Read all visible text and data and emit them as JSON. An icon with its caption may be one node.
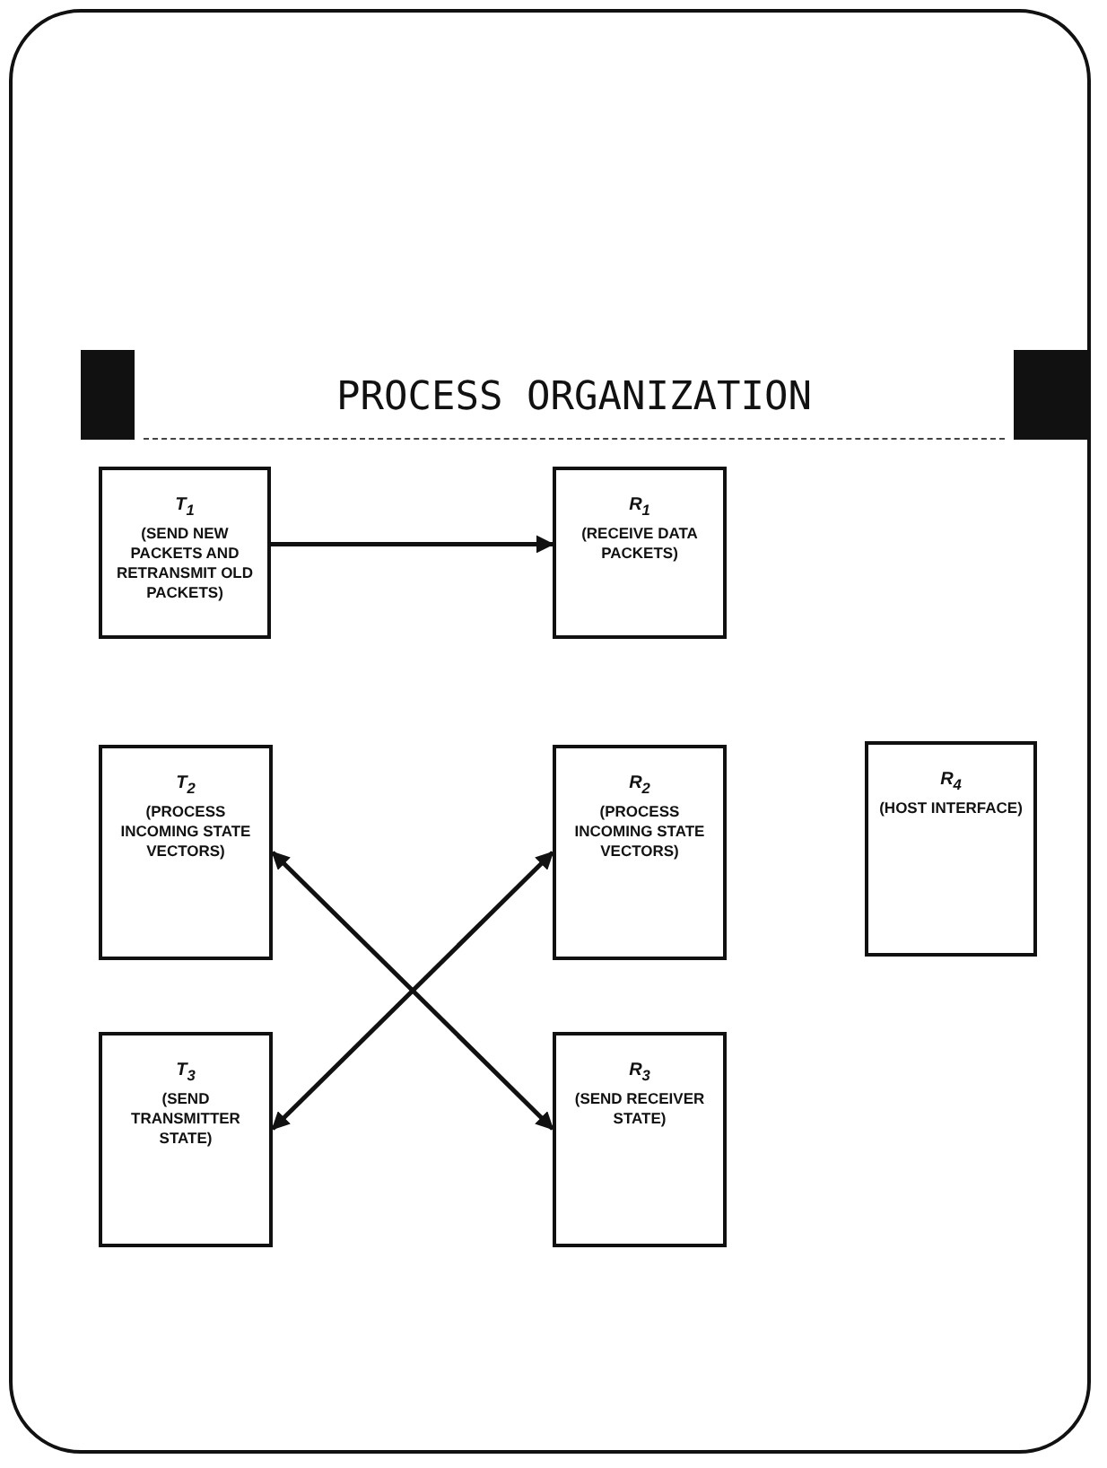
{
  "diagram": {
    "title": "PROCESS ORGANIZATION",
    "nodes": [
      {
        "text": [
          "T$_{1}$",
          "(SEND NEW PACKETS AND RETRANSMIT OLD PACKETS)"
        ]
      },
      {
        "text": [
          "R$_{1}$",
          "(RECEIVE DATA PACKETS)"
        ]
      },
      {
        "text": [
          "T$_{2}$",
          "(PROCESS INCOMING STATE VECTORS)"
        ]
      },
      {
        "text": [
          "R$_{2}$",
          "(PROCESS INCOMING STATE VECTORS)"
        ]
      },
      {
        "text": [
          "R$_{4}$",
          "(HOST INTERFACE)"
        ]
      },
      {
        "text": [
          "T$_{3}$",
          "(SEND TRANSMITTER STATE)"
        ]
      },
      {
        "text": [
          "R$_{3}$",
          "(SEND RECEIVER STATE)"
        ]
      }
    ],
    "edges": [
      {
        "from": 0,
        "to": 1,
        "arrow": "to"
      },
      {
        "from": 5,
        "to": 3,
        "arrow": "both"
      },
      {
        "from": 6,
        "to": 2,
        "arrow": "both"
      }
    ]
  }
}
